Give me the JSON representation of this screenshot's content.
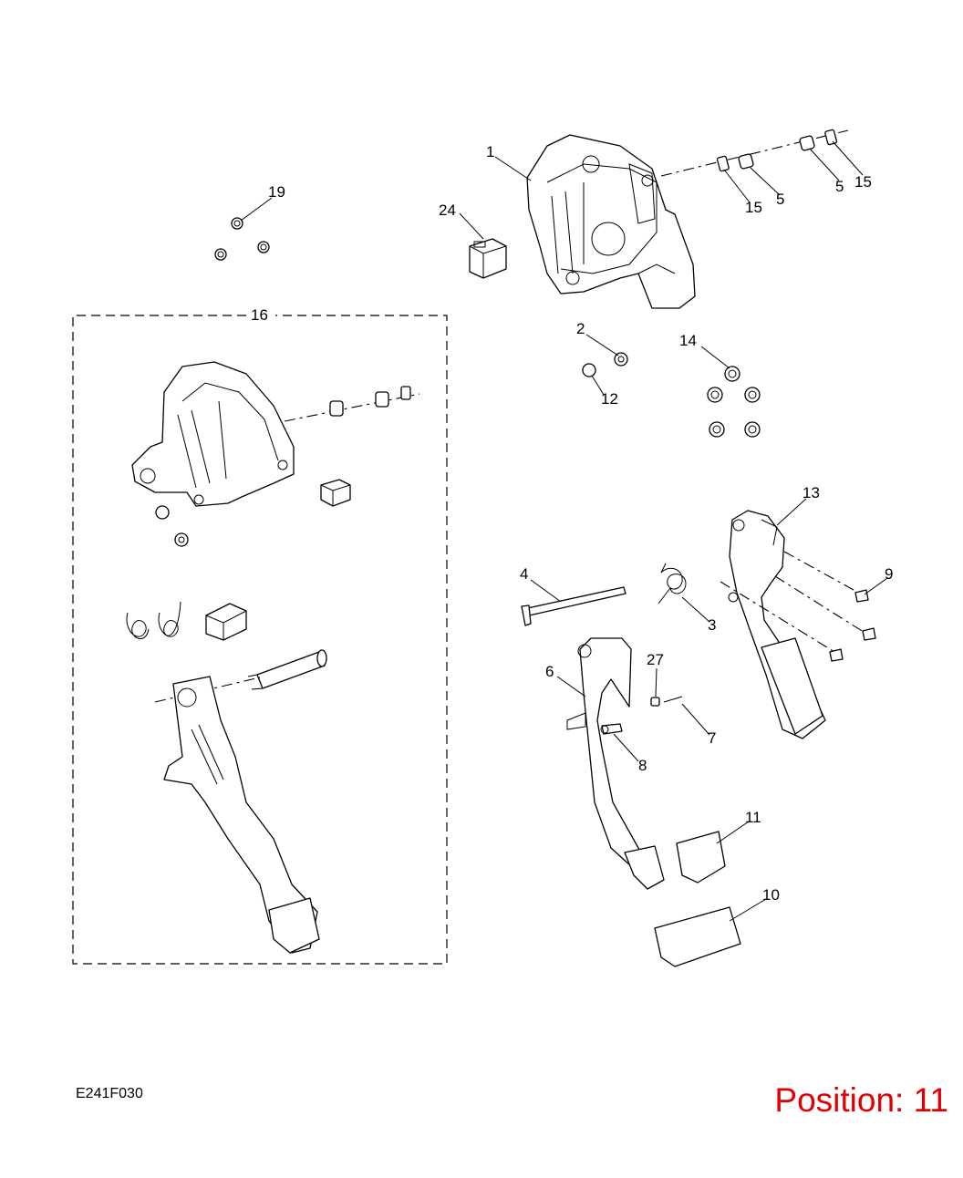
{
  "diagram": {
    "code": "E241F030",
    "position_label": "Position: 11",
    "callouts": {
      "c1": "1",
      "c2": "2",
      "c3": "3",
      "c4": "4",
      "c5a": "5",
      "c5b": "5",
      "c6": "6",
      "c7": "7",
      "c8": "8",
      "c9": "9",
      "c10": "10",
      "c11": "11",
      "c12": "12",
      "c13": "13",
      "c14": "14",
      "c15a": "15",
      "c15b": "15",
      "c16": "16",
      "c19": "19",
      "c24": "24",
      "c27": "27"
    },
    "colors": {
      "line": "#000000",
      "position_text": "#e00000",
      "background": "#ffffff"
    }
  }
}
